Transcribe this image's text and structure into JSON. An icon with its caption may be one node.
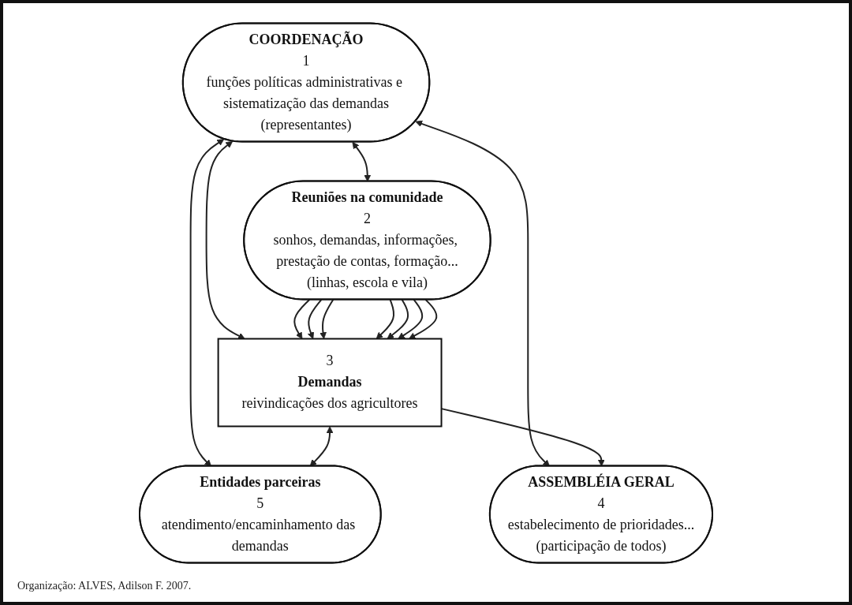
{
  "diagram": {
    "caption": "Organização: ALVES, Adilson F. 2007.",
    "nodes": [
      {
        "text": [
          "COORDENAÇÃO",
          "1",
          "funções políticas administrativas e sistematização das demandas",
          "(representantes)"
        ]
      },
      {
        "text": [
          "Entidades parceiras",
          "5",
          "atendimento/encaminhamento das demandas"
        ]
      },
      {
        "text": [
          "ASSEMBLÉIA GERAL",
          "4",
          "estabelecimento de prioridades...",
          "(participação de todos)"
        ]
      },
      {
        "text": [
          "Reuniões na comunidade",
          "2",
          "sonhos, demandas, informações, prestação de contas, formação...",
          "(linhas, escola e vila)"
        ]
      },
      {
        "text": [
          "3",
          "Demandas",
          "reivindicações dos agricultores"
        ]
      }
    ],
    "edges": [
      {
        "from": 0,
        "to": 1,
        "arrow": "both"
      },
      {
        "from": 0,
        "to": 2,
        "arrow": "both"
      },
      {
        "from": 0,
        "to": 3,
        "arrow": "both"
      },
      {
        "from": 0,
        "to": 4,
        "arrow": "both"
      },
      {
        "from": 3,
        "to": 4,
        "arrow": "to"
      },
      {
        "from": 3,
        "to": 4,
        "arrow": "to"
      },
      {
        "from": 3,
        "to": 4,
        "arrow": "to"
      },
      {
        "from": 3,
        "to": 4,
        "arrow": "to"
      },
      {
        "from": 3,
        "to": 4,
        "arrow": "to"
      },
      {
        "from": 3,
        "to": 4,
        "arrow": "to"
      },
      {
        "from": 3,
        "to": 4,
        "arrow": "to"
      },
      {
        "from": 4,
        "to": 2,
        "arrow": "to"
      },
      {
        "from": 4,
        "to": 1,
        "arrow": "both"
      }
    ]
  }
}
